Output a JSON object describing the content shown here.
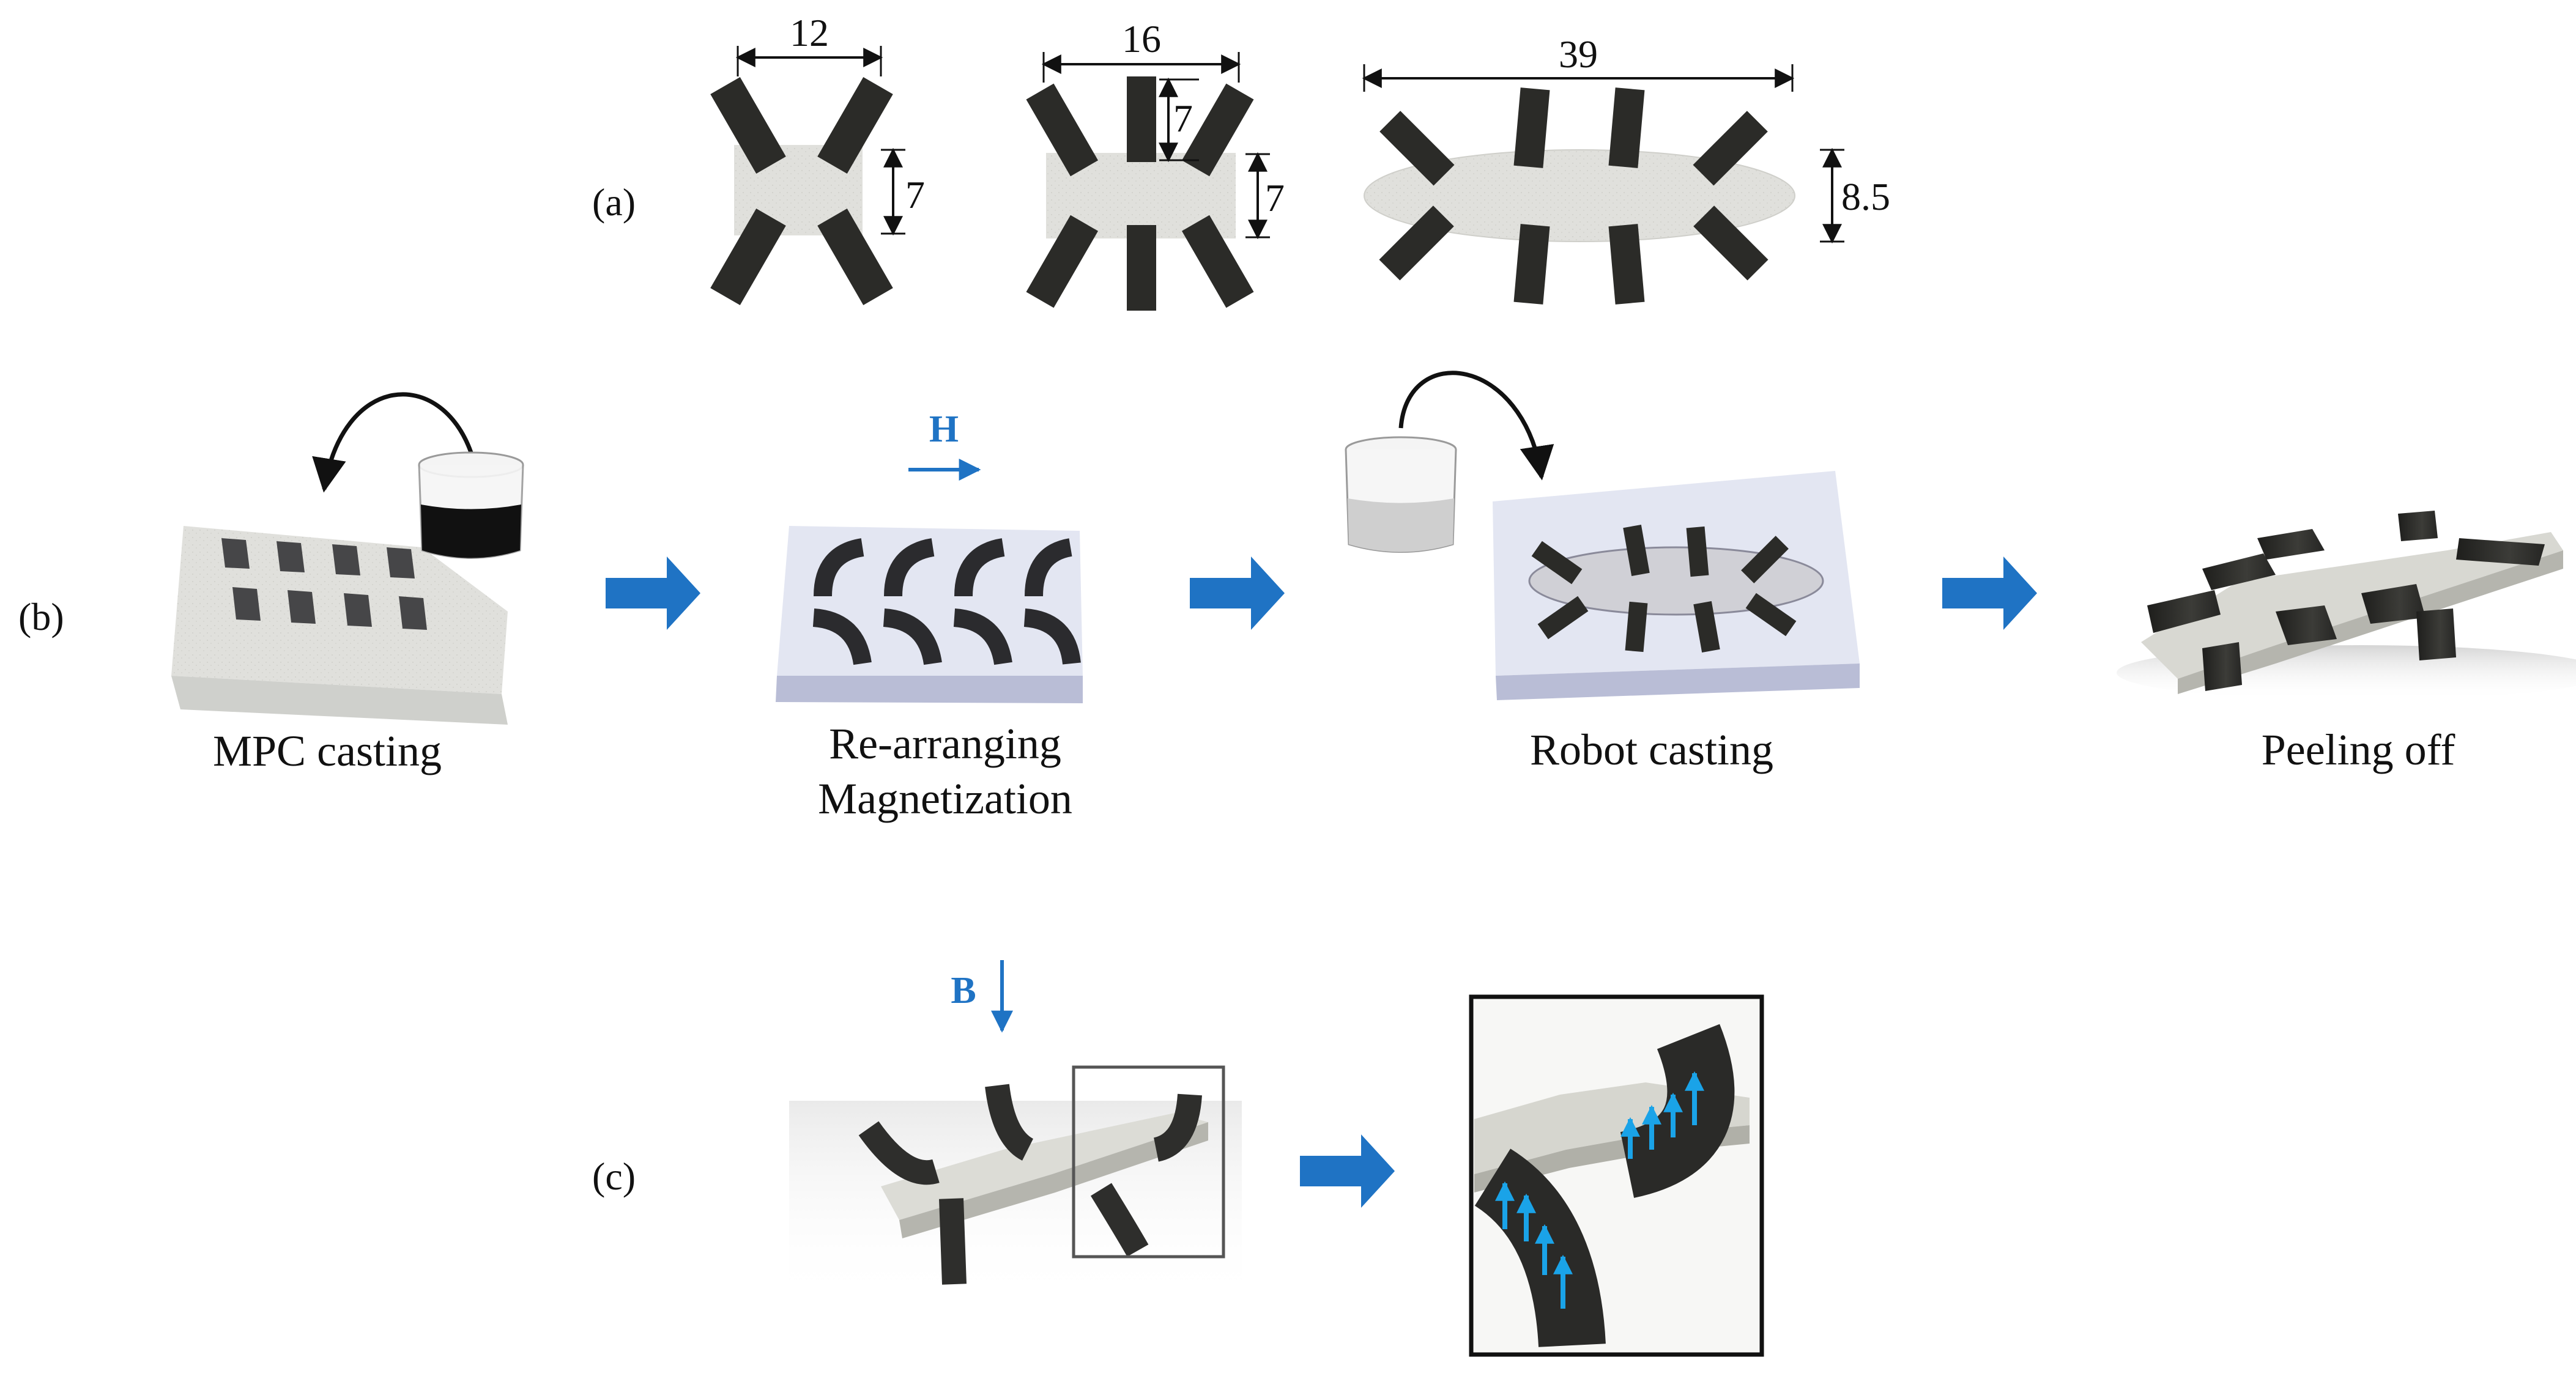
{
  "panels": {
    "a": "(a)",
    "b": "(b)",
    "c": "(c)"
  },
  "dimensions": {
    "shape1_width": "12",
    "shape1_height": "7",
    "shape2_width": "16",
    "shape2_leg": "7",
    "shape2_height": "7",
    "shape3_width": "39",
    "shape3_height": "8.5"
  },
  "steps": {
    "mpc_casting": "MPC casting",
    "rearranging_line1": "Re-arranging",
    "rearranging_line2": "Magnetization",
    "robot_casting": "Robot casting",
    "peeling_off": "Peeling off"
  },
  "fields": {
    "h_field": "H",
    "b_field": "B"
  },
  "colors": {
    "accent_blue": "#1f73c4",
    "arrow_cyan": "#1aa3e8",
    "leg_dark": "#2b2b28",
    "body_light": "#dcdcd6",
    "mold_blue": "#e3e6f2",
    "mold_side": "#b9bdd6"
  }
}
